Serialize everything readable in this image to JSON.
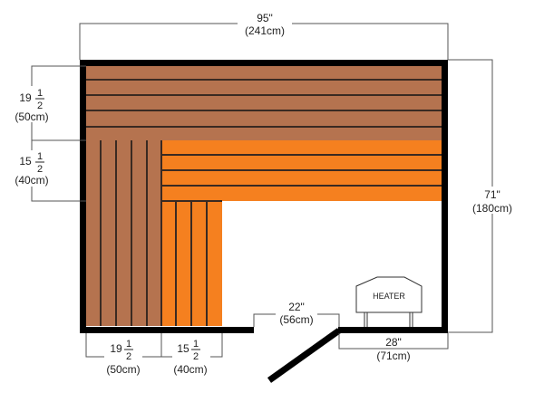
{
  "colors": {
    "bench_upper": "#b5734f",
    "bench_lower": "#f5801f",
    "wall": "#000000"
  },
  "dimensions": {
    "width": {
      "in": "95\"",
      "cm": "(241cm)"
    },
    "depth": {
      "in": "71\"",
      "cm": "(180cm)"
    },
    "upper_bench_left": {
      "whole": "19",
      "num": "1",
      "den": "2",
      "cm": "(50cm)"
    },
    "lower_bench_left": {
      "whole": "15",
      "num": "1",
      "den": "2",
      "cm": "(40cm)"
    },
    "upper_bench_bottom": {
      "whole": "19",
      "num": "1",
      "den": "2",
      "cm": "(50cm)"
    },
    "lower_bench_bottom": {
      "whole": "15",
      "num": "1",
      "den": "2",
      "cm": "(40cm)"
    },
    "door": {
      "in": "22\"",
      "cm": "(56cm)"
    },
    "heater_wall": {
      "in": "28\"",
      "cm": "(71cm)"
    }
  },
  "heater": {
    "label": "HEATER"
  }
}
